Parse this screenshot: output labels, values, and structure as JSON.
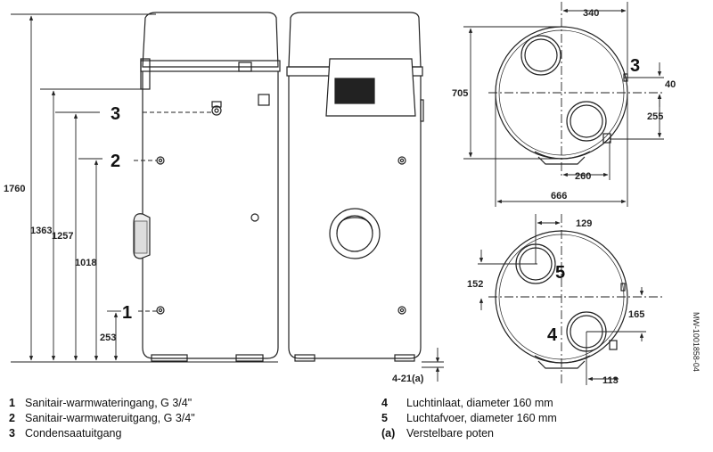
{
  "dimensions": {
    "h1760": "1760",
    "h1363": "1363",
    "h1257": "1257",
    "h1018": "1018",
    "h253": "253",
    "w340": "340",
    "h705": "705",
    "h40": "40",
    "h255": "255",
    "w260": "260",
    "w666": "666",
    "w129": "129",
    "h152": "152",
    "h165": "165",
    "w113": "113",
    "feet": "4-21(a)"
  },
  "callouts": {
    "c1": "1",
    "c2": "2",
    "c3": "3",
    "c4": "4",
    "c5": "5"
  },
  "legend": {
    "left": [
      {
        "num": "1",
        "text": "Sanitair-warmwateringang, G 3/4\""
      },
      {
        "num": "2",
        "text": "Sanitair-warmwateruitgang, G 3/4\""
      },
      {
        "num": "3",
        "text": "Condensaatuitgang"
      }
    ],
    "right": [
      {
        "num": "4",
        "text": "Luchtinlaat, diameter 160 mm"
      },
      {
        "num": "5",
        "text": "Luchtafvoer, diameter 160 mm"
      },
      {
        "num": "(a)",
        "text": "Verstelbare poten"
      }
    ]
  },
  "doc_ref": "MW-1001858-04"
}
